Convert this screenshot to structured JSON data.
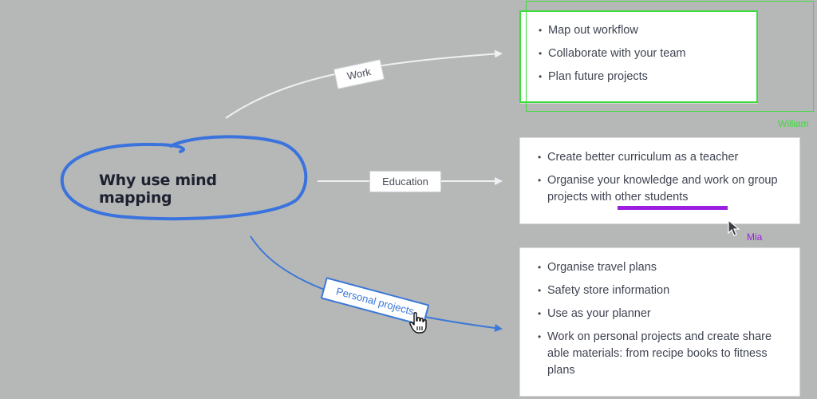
{
  "central_topic": "Why use mind mapping",
  "branches": {
    "work": {
      "label": "Work",
      "items": [
        "Map out workflow",
        "Collaborate with your team",
        "Plan future projects"
      ]
    },
    "education": {
      "label": "Education",
      "items": [
        "Create better curriculum as a teacher",
        "Organise your knowledge and work on group projects with other students"
      ]
    },
    "personal": {
      "label": "Personal projects",
      "items": [
        "Organise travel plans",
        "Safety store information",
        "Use as your planner",
        "Work on personal projects and create share able materials: from recipe books to fitness plans"
      ]
    }
  },
  "collaborators": {
    "william": {
      "name": "William",
      "color": "#3ddc3d"
    },
    "mia": {
      "name": "Mia",
      "color": "#9b1fe0"
    }
  },
  "colors": {
    "background": "#b6b8b7",
    "accent_blue": "#3c78d8",
    "connector_white": "#eef0f4"
  },
  "icons": [
    "pointer-cursor-icon",
    "hand-cursor-icon",
    "arrowhead-icon"
  ]
}
